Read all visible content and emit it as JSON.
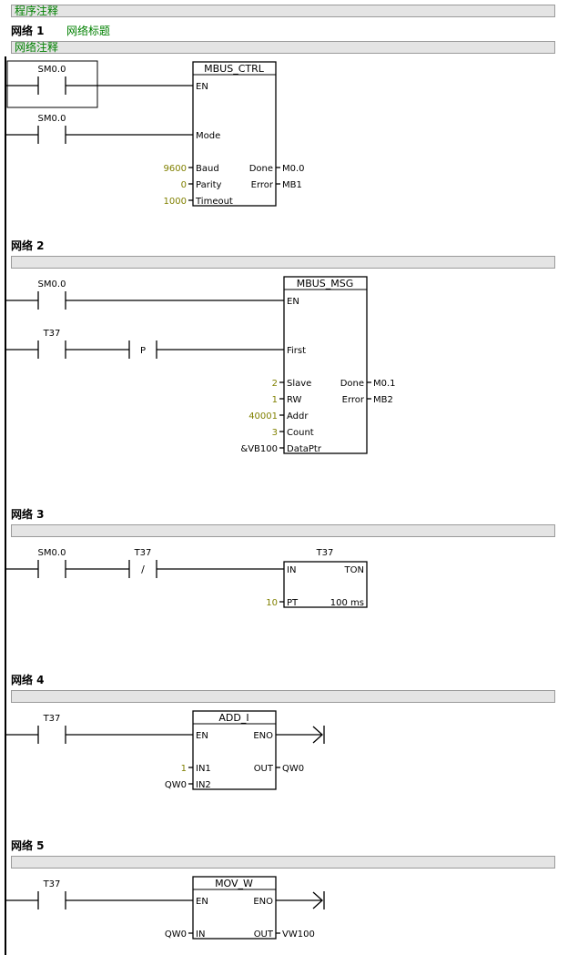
{
  "program_comment": "程序注释",
  "networks": [
    {
      "label": "网络 1",
      "title": "网络标题",
      "comment": "网络注释"
    },
    {
      "label": "网络 2",
      "comment": ""
    },
    {
      "label": "网络 3",
      "comment": ""
    },
    {
      "label": "网络 4",
      "comment": ""
    },
    {
      "label": "网络 5",
      "comment": ""
    }
  ],
  "n1": {
    "contact1": "SM0.0",
    "contact2": "SM0.0",
    "block": "MBUS_CTRL",
    "pins": {
      "en": "EN",
      "mode": "Mode",
      "baud": "Baud",
      "parity": "Parity",
      "timeout": "Timeout",
      "done": "Done",
      "error": "Error"
    },
    "values": {
      "baud": "9600",
      "parity": "0",
      "timeout": "1000",
      "done": "M0.0",
      "error": "MB1"
    }
  },
  "n2": {
    "contact1": "SM0.0",
    "contact2": "T37",
    "p_label": "P",
    "block": "MBUS_MSG",
    "pins": {
      "en": "EN",
      "first": "First",
      "slave": "Slave",
      "rw": "RW",
      "addr": "Addr",
      "count": "Count",
      "dataptr": "DataPtr",
      "done": "Done",
      "error": "Error"
    },
    "values": {
      "slave": "2",
      "rw": "1",
      "addr": "40001",
      "count": "3",
      "dataptr": "&VB100",
      "done": "M0.1",
      "error": "MB2"
    }
  },
  "n3": {
    "contact1": "SM0.0",
    "contact2": "T37",
    "nc_label": "/",
    "timer": "T37",
    "block": "TON",
    "pins": {
      "in": "IN",
      "pt": "PT"
    },
    "values": {
      "pt": "10",
      "base": "100 ms"
    }
  },
  "n4": {
    "contact1": "T37",
    "block": "ADD_I",
    "pins": {
      "en": "EN",
      "eno": "ENO",
      "in1": "IN1",
      "in2": "IN2",
      "out": "OUT"
    },
    "values": {
      "in1": "1",
      "in2": "QW0",
      "out": "QW0"
    }
  },
  "n5": {
    "contact1": "T37",
    "block": "MOV_W",
    "pins": {
      "en": "EN",
      "eno": "ENO",
      "in": "IN",
      "out": "OUT"
    },
    "values": {
      "in": "QW0",
      "out": "VW100"
    }
  }
}
